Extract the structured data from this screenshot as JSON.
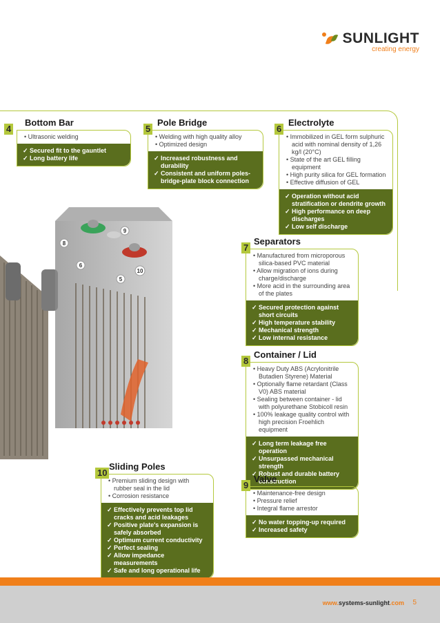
{
  "header": {
    "brand": "SUNLIGHT",
    "tagline": "creating energy"
  },
  "sections": [
    {
      "number": "4",
      "title": "Bottom Bar",
      "features": [
        "Ultrasonic welding"
      ],
      "benefits": [
        "Secured fit to the gauntlet",
        "Long battery life"
      ]
    },
    {
      "number": "5",
      "title": "Pole Bridge",
      "features": [
        "Welding  with high quality alloy",
        "Optimized design"
      ],
      "benefits": [
        "Increased robustness and durability",
        "Consistent and uniform poles-bridge-plate block connection"
      ]
    },
    {
      "number": "6",
      "title": "Electrolyte",
      "features": [
        "Immobilized in GEL form sulphuric acid with nominal density of 1,26 kg/l (20°C)",
        "State of the art GEL filling equipment",
        "High purity silica for GEL formation",
        "Effective diffusion of GEL"
      ],
      "benefits": [
        "Operation  without acid stratification or dendrite growth",
        "High  performance on deep discharges",
        "Low self discharge"
      ]
    },
    {
      "number": "7",
      "title": "Separators",
      "features": [
        "Manufactured from microporous silica-based PVC material",
        "Allow migration of ions during charge/discharge",
        "More acid in the surrounding area of the plates"
      ],
      "benefits": [
        "Secured protection against short circuits",
        "High temperature stability",
        "Mechanical strength",
        "Low internal resistance"
      ]
    },
    {
      "number": "8",
      "title": "Container / Lid",
      "features": [
        "Heavy Duty ABS (Acrylonitrile Butadien Styrene) Material",
        "Optionally flame retardant (Class V0) ABS material",
        "Sealing between container - lid with polyurethane Stobicoll resin",
        "100% leakage quality control with high precision Froehlich equipment"
      ],
      "benefits": [
        "Long term leakage free operation",
        "Unsurpassed mechanical strength",
        "Robust and durable battery construction"
      ]
    },
    {
      "number": "10",
      "title": "Sliding Poles",
      "features": [
        "Premium sliding design with rubber seal in the lid",
        "Corrosion  resistance"
      ],
      "benefits": [
        "Effectively prevents top lid cracks and acid leakages",
        "Positive plate's expansion is safely absorbed",
        "Optimum current conductivity",
        "Perfect sealing",
        "Allow impedance measurements",
        "Safe and long operational life"
      ]
    },
    {
      "number": "9",
      "title": "Valve",
      "features": [
        "Maintenance-free design",
        "Pressure relief",
        "Integral flame arrestor"
      ],
      "benefits": [
        "No water topping-up required",
        "Increased safety"
      ]
    }
  ],
  "callouts": [
    "8",
    "6",
    "9",
    "5",
    "10"
  ],
  "footer": {
    "url_prefix": "www.",
    "url_domain": "systems-sunlight",
    "url_suffix": ".com",
    "page_number": "5"
  },
  "colors": {
    "accent_orange": "#f07f1a",
    "accent_green_light": "#b4c83c",
    "accent_green_dark": "#5a6e1e"
  }
}
